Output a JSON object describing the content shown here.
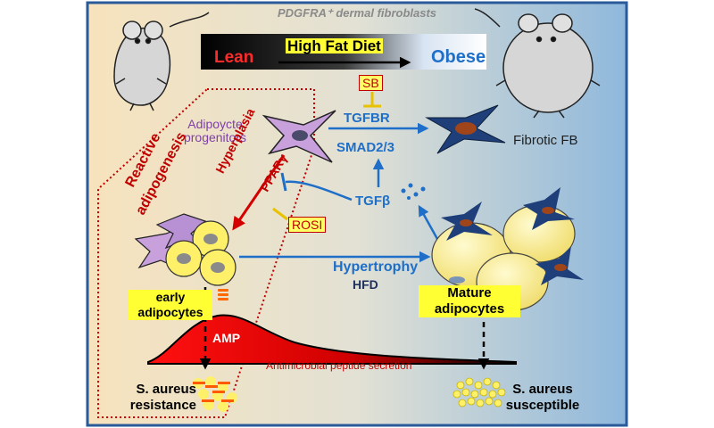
{
  "title": "PDGFRA⁺ dermal fibroblasts",
  "diet_bar": {
    "left": "Lean",
    "center": "High Fat Diet",
    "right": "Obese"
  },
  "inhibitors": {
    "sb": "SB",
    "rosi": "ROSI"
  },
  "pathway": {
    "tgfbr": "TGFBR",
    "smad": "SMAD2/3",
    "tgfb": "TGFβ",
    "ppar": "PPARγ",
    "hyperplasia": "Hyperplasia"
  },
  "cells": {
    "progenitors": "Adipoycte progenitors",
    "fibrotic": "Fibrotic FB",
    "early": "early adipocytes",
    "mature": "Mature adipocytes"
  },
  "region": {
    "reactive_line1": "Reactive",
    "reactive_line2": "adipogenesis"
  },
  "growth": {
    "hypertrophy": "Hypertrophy",
    "hfd": "HFD"
  },
  "amp": {
    "label": "AMP",
    "secretion": "Antimicrobial peptide secretion"
  },
  "outcomes": {
    "resistance": "S. aureus resistance",
    "susceptible": "S. aureus susceptible"
  },
  "colors": {
    "lean_red": "#ff2a2a",
    "obese_blue": "#1f6fc8",
    "reactive_red": "#c00000",
    "progenitor_purple": "#c8a0dc",
    "fibroblast_navy": "#1f3f7a",
    "adipocyte_yellow": "#fff06a",
    "highlight_yellow": "#ffff33"
  },
  "icons": [
    "lean-mouse-icon",
    "obese-mouse-icon",
    "adipocyte-progenitor-icon",
    "fibrotic-fibroblast-icon",
    "tgfb-dots-icon",
    "early-adipocyte-cluster-icon",
    "mature-adipocyte-cluster-icon",
    "amp-peptide-icon",
    "bacteria-resistant-icon",
    "bacteria-susceptible-icon"
  ]
}
